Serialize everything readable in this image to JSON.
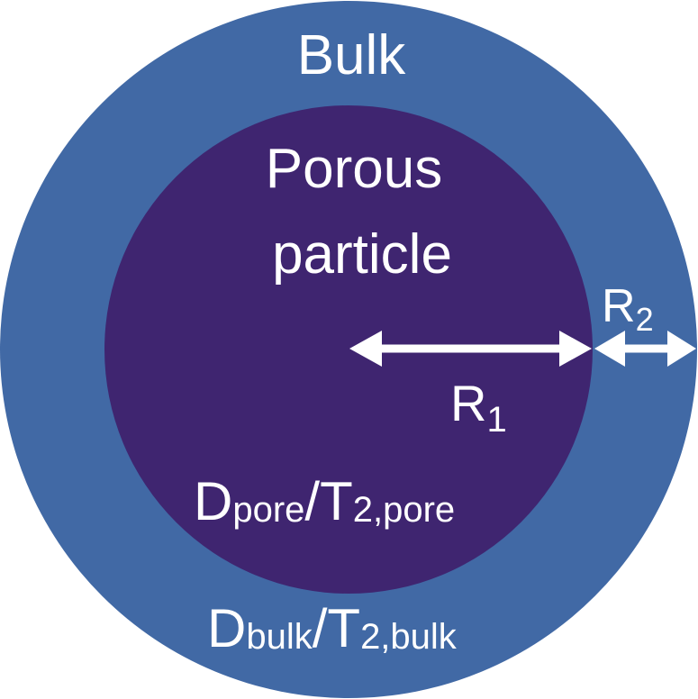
{
  "colors": {
    "bulk": "#4169A5",
    "particle": "#3F2570",
    "arrow": "#FFFFFF",
    "text": "#FFFFFF"
  },
  "labels": {
    "bulk": "Bulk",
    "porous_line1": "Porous",
    "porous_line2": "particle",
    "r1_main": "R",
    "r1_sub": "1",
    "r2_main": "R",
    "r2_sub": "2",
    "pore_d": "D",
    "pore_d_sub": "pore",
    "pore_slash": "/",
    "pore_t": "T",
    "pore_t_sub": "2,pore",
    "bulk_d": "D",
    "bulk_d_sub": "bulk",
    "bulk_slash": "/",
    "bulk_t": "T",
    "bulk_t_sub": "2,bulk"
  }
}
